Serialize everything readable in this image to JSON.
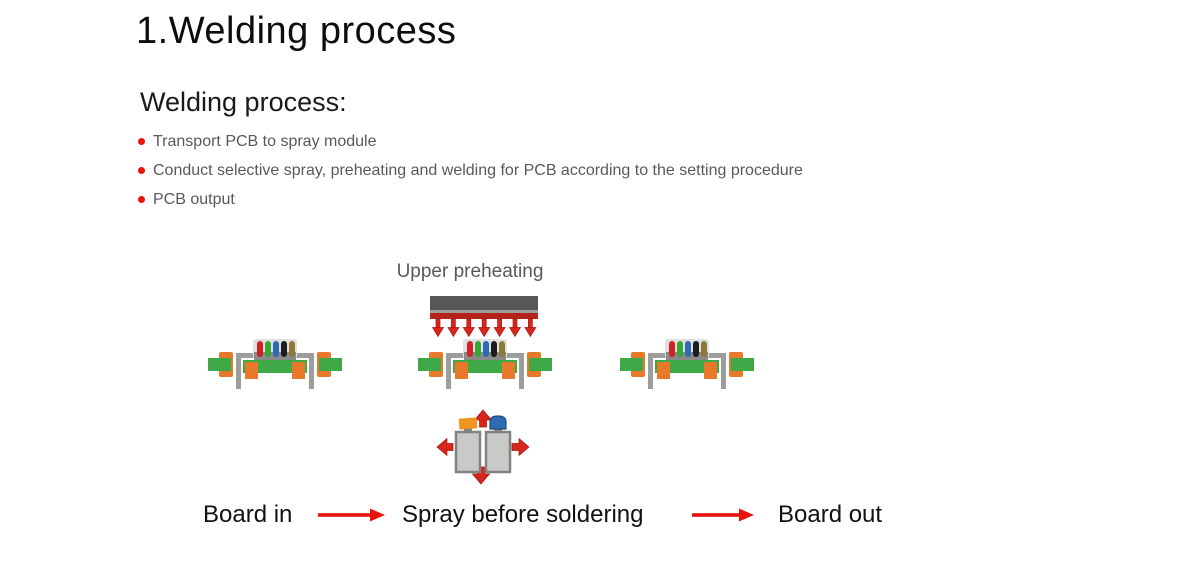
{
  "title": "1.Welding process",
  "section": {
    "heading": "Welding process:",
    "bullets": [
      "Transport PCB to spray module",
      "Conduct selective spray, preheating and welding for PCB according to the setting procedure",
      "PCB output"
    ]
  },
  "diagram": {
    "preheater_label": "Upper preheating",
    "station_count": 3,
    "heater_arrow_count": 7,
    "icons": [
      "bullet-dot-icon",
      "upper-preheater-icon",
      "heat-arrow-icon",
      "pcb-icon",
      "spray-module-icon",
      "spray-direction-arrow-icon",
      "flow-arrow-icon"
    ]
  },
  "flow": {
    "steps": [
      "Board in",
      "Spray before soldering",
      "Board out"
    ]
  },
  "colors": {
    "accent_red": "#e8140c",
    "arrow_red": "#d8261c",
    "heater_dark_gray": "#575756",
    "heater_light_gray": "#9d9d9c",
    "heater_red": "#b5221b",
    "pcb_green": "#3fa948",
    "pcb_orange": "#e8792a",
    "lead_gray": "#9d9d9c",
    "component_gray": "#8a8a89",
    "band_red": "#d32027",
    "band_green": "#36a635",
    "band_blue": "#2d6cb5",
    "band_black": "#1d1d1b",
    "band_olive": "#8d7a36",
    "nozzle_body": "#c9c9c8",
    "nozzle_border": "#82827f",
    "nozzle_cap_orange": "#ef941f",
    "nozzle_cap_blue": "#2d6cb5",
    "text_gray": "#595959",
    "text_dark": "#111111"
  }
}
